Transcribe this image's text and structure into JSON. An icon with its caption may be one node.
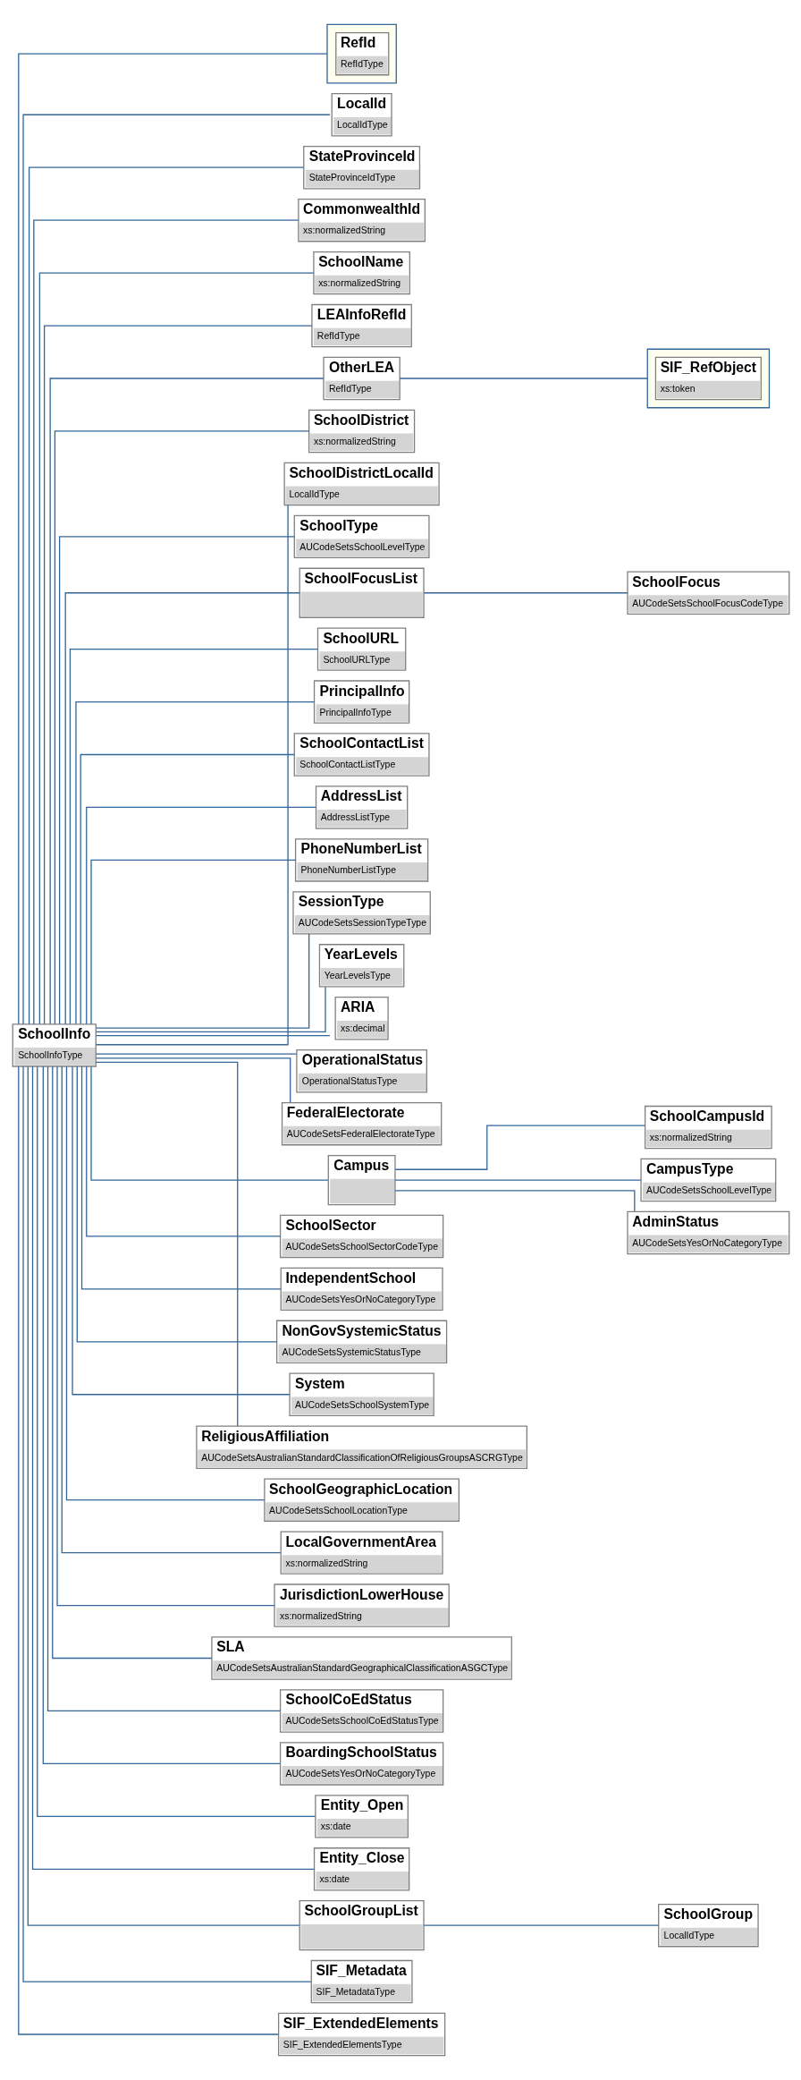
{
  "diagram": {
    "nodes": [
      {
        "text": [
          "SchoolInfo",
          "SchoolInfoType"
        ]
      },
      {
        "text": [
          "RefId",
          "RefIdType"
        ]
      },
      {
        "text": [
          "LocalId",
          "LocalIdType"
        ]
      },
      {
        "text": [
          "StateProvinceId",
          "StateProvinceIdType"
        ]
      },
      {
        "text": [
          "CommonwealthId",
          "xs:normalizedString"
        ]
      },
      {
        "text": [
          "SchoolName",
          "xs:normalizedString"
        ]
      },
      {
        "text": [
          "LEAInfoRefId",
          "RefIdType"
        ]
      },
      {
        "text": [
          "OtherLEA",
          "RefIdType"
        ]
      },
      {
        "text": [
          "SIF_RefObject",
          "xs:token"
        ]
      },
      {
        "text": [
          "SchoolDistrict",
          "xs:normalizedString"
        ]
      },
      {
        "text": [
          "SchoolDistrictLocalId",
          "LocalIdType"
        ]
      },
      {
        "text": [
          "SchoolType",
          "AUCodeSetsSchoolLevelType"
        ]
      },
      {
        "text": [
          "SchoolFocusList"
        ]
      },
      {
        "text": [
          "SchoolFocus",
          "AUCodeSetsSchoolFocusCodeType"
        ]
      },
      {
        "text": [
          "SchoolURL",
          "SchoolURLType"
        ]
      },
      {
        "text": [
          "PrincipalInfo",
          "PrincipalInfoType"
        ]
      },
      {
        "text": [
          "SchoolContactList",
          "SchoolContactListType"
        ]
      },
      {
        "text": [
          "AddressList",
          "AddressListType"
        ]
      },
      {
        "text": [
          "PhoneNumberList",
          "PhoneNumberListType"
        ]
      },
      {
        "text": [
          "SessionType",
          "AUCodeSetsSessionTypeType"
        ]
      },
      {
        "text": [
          "YearLevels",
          "YearLevelsType"
        ]
      },
      {
        "text": [
          "ARIA",
          "xs:decimal"
        ]
      },
      {
        "text": [
          "OperationalStatus",
          "OperationalStatusType"
        ]
      },
      {
        "text": [
          "FederalElectorate",
          "AUCodeSetsFederalElectorateType"
        ]
      },
      {
        "text": [
          "Campus"
        ]
      },
      {
        "text": [
          "SchoolCampusId",
          "xs:normalizedString"
        ]
      },
      {
        "text": [
          "CampusType",
          "AUCodeSetsSchoolLevelType"
        ]
      },
      {
        "text": [
          "AdminStatus",
          "AUCodeSetsYesOrNoCategoryType"
        ]
      },
      {
        "text": [
          "SchoolSector",
          "AUCodeSetsSchoolSectorCodeType"
        ]
      },
      {
        "text": [
          "IndependentSchool",
          "AUCodeSetsYesOrNoCategoryType"
        ]
      },
      {
        "text": [
          "NonGovSystemicStatus",
          "AUCodeSetsSystemicStatusType"
        ]
      },
      {
        "text": [
          "System",
          "AUCodeSetsSchoolSystemType"
        ]
      },
      {
        "text": [
          "ReligiousAffiliation",
          "AUCodeSetsAustralianStandardClassificationOfReligiousGroupsASCRGType"
        ]
      },
      {
        "text": [
          "SchoolGeographicLocation",
          "AUCodeSetsSchoolLocationType"
        ]
      },
      {
        "text": [
          "LocalGovernmentArea",
          "xs:normalizedString"
        ]
      },
      {
        "text": [
          "JurisdictionLowerHouse",
          "xs:normalizedString"
        ]
      },
      {
        "text": [
          "SLA",
          "AUCodeSetsAustralianStandardGeographicalClassificationASGCType"
        ]
      },
      {
        "text": [
          "SchoolCoEdStatus",
          "AUCodeSetsSchoolCoEdStatusType"
        ]
      },
      {
        "text": [
          "BoardingSchoolStatus",
          "AUCodeSetsYesOrNoCategoryType"
        ]
      },
      {
        "text": [
          "Entity_Open",
          "xs:date"
        ]
      },
      {
        "text": [
          "Entity_Close",
          "xs:date"
        ]
      },
      {
        "text": [
          "SchoolGroupList"
        ]
      },
      {
        "text": [
          "SchoolGroup",
          "LocalIdType"
        ]
      },
      {
        "text": [
          "SIF_Metadata",
          "SIF_MetadataType"
        ]
      },
      {
        "text": [
          "SIF_ExtendedElements",
          "SIF_ExtendedElementsType"
        ]
      }
    ],
    "edges": [
      {
        "from": 0,
        "to": 1,
        "arrow": "none"
      },
      {
        "from": 0,
        "to": 2,
        "arrow": "none"
      },
      {
        "from": 0,
        "to": 3,
        "arrow": "none"
      },
      {
        "from": 0,
        "to": 4,
        "arrow": "none"
      },
      {
        "from": 0,
        "to": 5,
        "arrow": "none"
      },
      {
        "from": 0,
        "to": 6,
        "arrow": "none"
      },
      {
        "from": 0,
        "to": 7,
        "arrow": "none"
      },
      {
        "from": 7,
        "to": 8,
        "arrow": "none"
      },
      {
        "from": 0,
        "to": 9,
        "arrow": "none"
      },
      {
        "from": 0,
        "to": 10,
        "arrow": "none"
      },
      {
        "from": 0,
        "to": 11,
        "arrow": "none"
      },
      {
        "from": 0,
        "to": 12,
        "arrow": "none"
      },
      {
        "from": 12,
        "to": 13,
        "arrow": "none"
      },
      {
        "from": 0,
        "to": 14,
        "arrow": "none"
      },
      {
        "from": 0,
        "to": 15,
        "arrow": "none"
      },
      {
        "from": 0,
        "to": 16,
        "arrow": "none"
      },
      {
        "from": 0,
        "to": 17,
        "arrow": "none"
      },
      {
        "from": 0,
        "to": 18,
        "arrow": "none"
      },
      {
        "from": 0,
        "to": 19,
        "arrow": "none"
      },
      {
        "from": 0,
        "to": 20,
        "arrow": "none"
      },
      {
        "from": 0,
        "to": 21,
        "arrow": "none"
      },
      {
        "from": 0,
        "to": 22,
        "arrow": "none"
      },
      {
        "from": 0,
        "to": 23,
        "arrow": "none"
      },
      {
        "from": 0,
        "to": 24,
        "arrow": "none"
      },
      {
        "from": 24,
        "to": 25,
        "arrow": "none"
      },
      {
        "from": 24,
        "to": 26,
        "arrow": "none"
      },
      {
        "from": 24,
        "to": 27,
        "arrow": "none"
      },
      {
        "from": 0,
        "to": 28,
        "arrow": "none"
      },
      {
        "from": 0,
        "to": 29,
        "arrow": "none"
      },
      {
        "from": 0,
        "to": 30,
        "arrow": "none"
      },
      {
        "from": 0,
        "to": 31,
        "arrow": "none"
      },
      {
        "from": 0,
        "to": 32,
        "arrow": "none"
      },
      {
        "from": 0,
        "to": 33,
        "arrow": "none"
      },
      {
        "from": 0,
        "to": 34,
        "arrow": "none"
      },
      {
        "from": 0,
        "to": 35,
        "arrow": "none"
      },
      {
        "from": 0,
        "to": 36,
        "arrow": "none"
      },
      {
        "from": 0,
        "to": 37,
        "arrow": "none"
      },
      {
        "from": 0,
        "to": 38,
        "arrow": "none"
      },
      {
        "from": 0,
        "to": 39,
        "arrow": "none"
      },
      {
        "from": 0,
        "to": 40,
        "arrow": "none"
      },
      {
        "from": 0,
        "to": 41,
        "arrow": "none"
      },
      {
        "from": 41,
        "to": 42,
        "arrow": "none"
      },
      {
        "from": 0,
        "to": 43,
        "arrow": "none"
      },
      {
        "from": 0,
        "to": 44,
        "arrow": "none"
      }
    ]
  }
}
